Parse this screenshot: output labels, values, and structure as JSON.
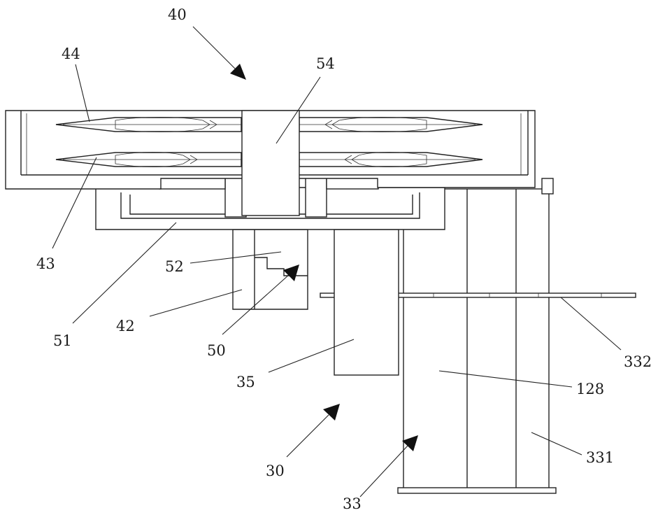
{
  "labels": {
    "l40": "40",
    "l44": "44",
    "l54": "54",
    "l43": "43",
    "l52": "52",
    "l51": "51",
    "l42": "42",
    "l50": "50",
    "l35": "35",
    "l332": "332",
    "l128": "128",
    "l30": "30",
    "l331": "331",
    "l33": "33"
  },
  "colors": {
    "line": "#222222",
    "background": "#ffffff"
  }
}
